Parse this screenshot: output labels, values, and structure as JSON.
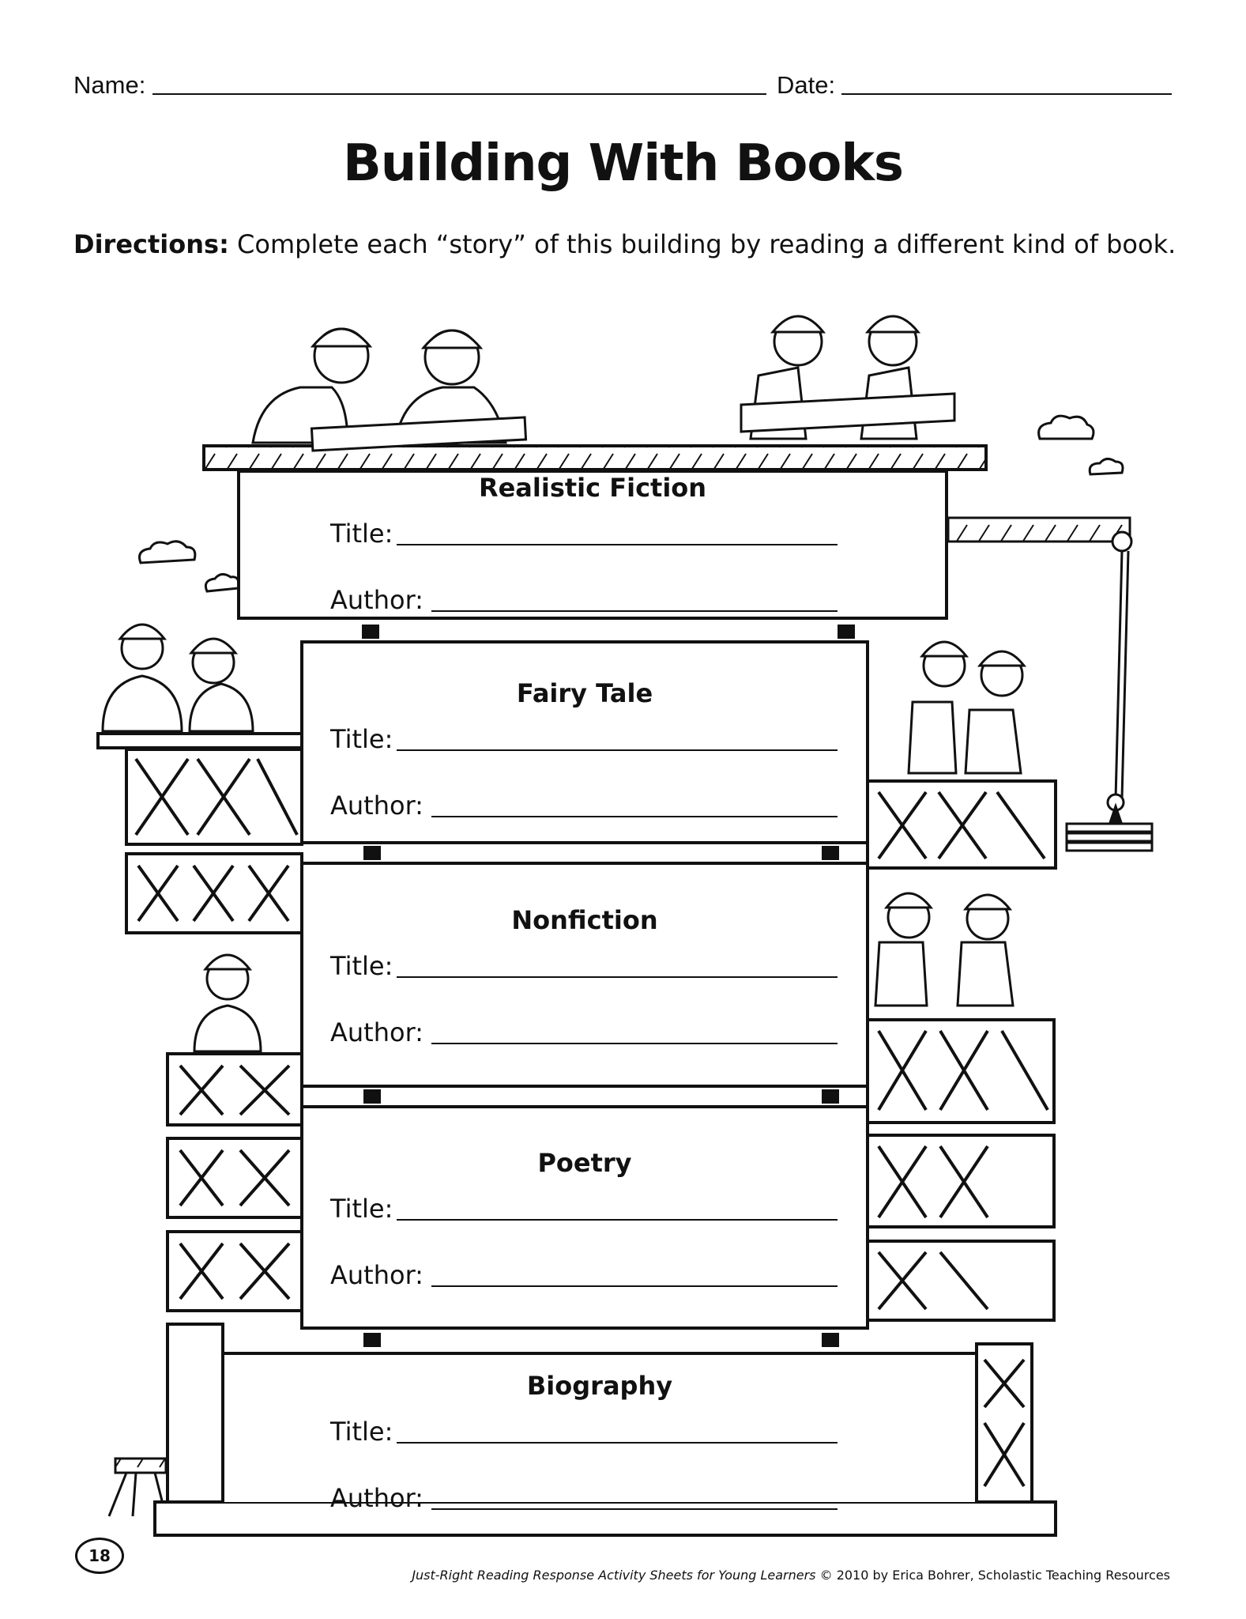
{
  "header": {
    "name_label": "Name:",
    "date_label": "Date:"
  },
  "title": "Building With Books",
  "directions": {
    "label": "Directions:",
    "text": "Complete each “story” of this building by reading a different kind of book."
  },
  "stories": [
    {
      "genre": "Realistic Fiction",
      "title_label": "Title:",
      "author_label": "Author:"
    },
    {
      "genre": "Fairy Tale",
      "title_label": "Title:",
      "author_label": "Author:"
    },
    {
      "genre": "Nonfiction",
      "title_label": "Title:",
      "author_label": "Author:"
    },
    {
      "genre": "Poetry",
      "title_label": "Title:",
      "author_label": "Author:"
    },
    {
      "genre": "Biography",
      "title_label": "Title:",
      "author_label": "Author:"
    }
  ],
  "footer": {
    "page_number": "18",
    "credit_italic": "Just-Right Reading Response Activity Sheets for Young Learners",
    "credit_rest": " © 2010 by Erica Bohrer, Scholastic Teaching Resources"
  },
  "illustration": {
    "subject": "construction workers in hard hats building a five-story building",
    "icons": [
      "hard-hat-worker-icon",
      "crane-icon",
      "sawhorse-icon",
      "cloud-icon",
      "scaffold-icon"
    ]
  }
}
